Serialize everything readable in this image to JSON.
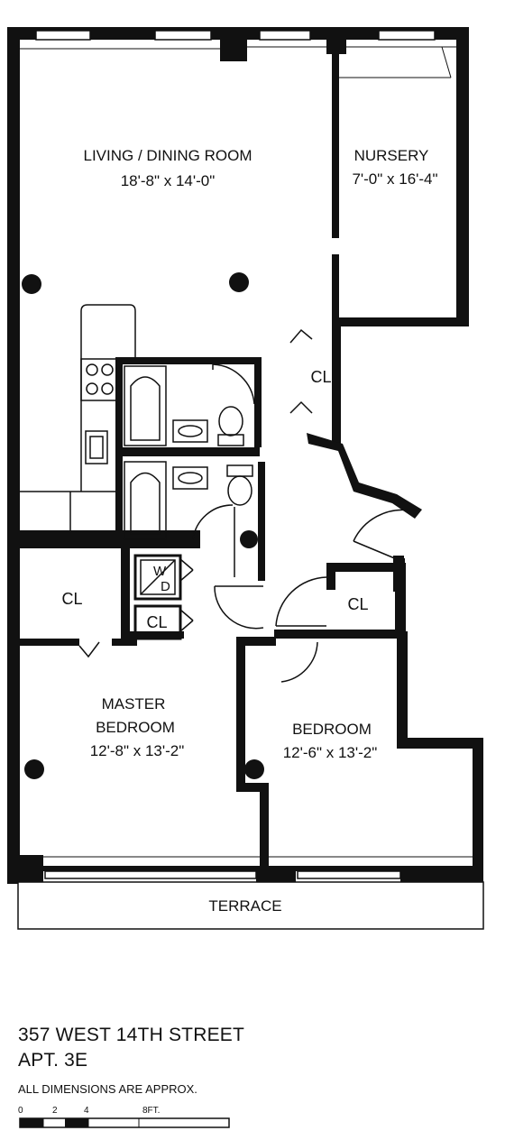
{
  "rooms": {
    "living": {
      "name": "LIVING / DINING ROOM",
      "dims": "18'-8\" x 14'-0\""
    },
    "nursery": {
      "name": "NURSERY",
      "dims": "7'-0\" x 16'-4\""
    },
    "master": {
      "name_line1": "MASTER",
      "name_line2": "BEDROOM",
      "dims": "12'-8\" x 13'-2\""
    },
    "bedroom": {
      "name": "BEDROOM",
      "dims": "12'-6\" x 13'-2\""
    },
    "terrace": {
      "name": "TERRACE"
    }
  },
  "closets": {
    "hall": "CL",
    "master": "CL",
    "laundry": "CL",
    "bedroom": "CL"
  },
  "washer_dryer": {
    "w": "W",
    "d": "D"
  },
  "caption": {
    "address": "357 WEST 14TH STREET",
    "apt": "APT. 3E",
    "note": "ALL DIMENSIONS ARE APPROX."
  },
  "scale": {
    "ticks": [
      "0",
      "2",
      "4",
      "8FT."
    ]
  },
  "colors": {
    "wall": "#111111",
    "background": "#ffffff"
  }
}
